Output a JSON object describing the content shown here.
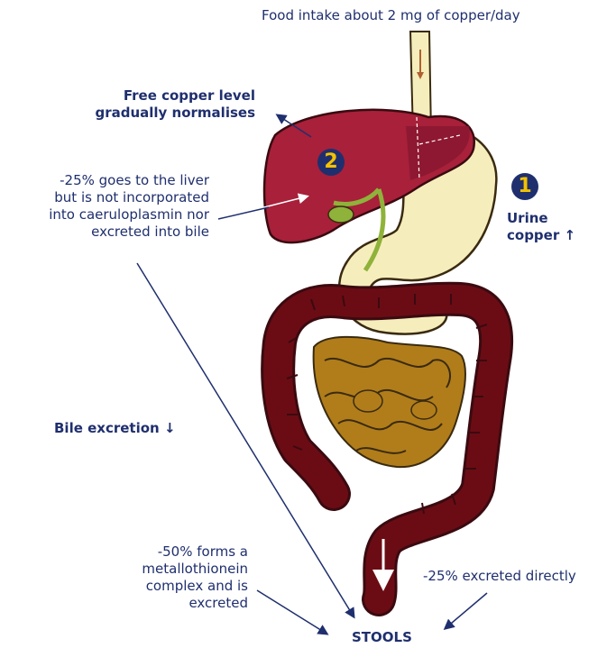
{
  "labels": {
    "food_intake": "Food intake about 2 mg of copper/day",
    "free_copper_line1": "Free copper level",
    "free_copper_line2": "gradually normalises",
    "liver_note_line1": "-25% goes to the liver",
    "liver_note_line2": "but is not incorporated",
    "liver_note_line3": "into caeruloplasmin nor",
    "liver_note_line4": "excreted into bile",
    "urine_line1": "Urine",
    "urine_line2": "copper ↑",
    "bile_excretion": "Bile excretion ↓",
    "metallo_line1": "-50% forms a",
    "metallo_line2": "metallothionein",
    "metallo_line3": "complex and is",
    "metallo_line4": "excreted",
    "direct": "-25% excreted directly",
    "stools": "STOOLS"
  },
  "badges": {
    "one": "1",
    "two": "2"
  },
  "colors": {
    "text": "#1f2f6e",
    "liver": "#a8203a",
    "stomach": "#f5eebc",
    "colon": "#6b0c14",
    "small_intestine": "#b07d1a",
    "gall": "#8fb23a",
    "badge_text": "#f2c200"
  }
}
